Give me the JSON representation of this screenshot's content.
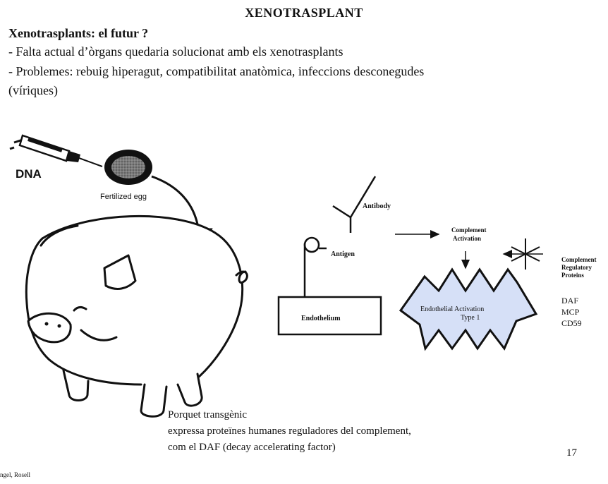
{
  "slide": {
    "title": "XENOTRASPLANT",
    "subtitle": "Xenotrasplants: el futur ?",
    "bullets": [
      "- Falta actual d’òrgans quedaria solucionat amb els xenotrasplants",
      "- Problemes: rebuig hiperagut, compatibilitat anatòmica, infeccions desconegudes",
      "(víriques)"
    ],
    "page_number": "17",
    "credit": "ngel, Rosell"
  },
  "diagram": {
    "dna_label": "DNA",
    "egg_label": "Fertilized egg",
    "antibody_label": "Antibody",
    "antigen_label": "Antigen",
    "endothelium_label": "Endothelium",
    "complement_activation_line1": "Complement",
    "complement_activation_line2": "Activation",
    "regulatory_line1": "Complement",
    "regulatory_line2": "Regulatory",
    "regulatory_line3": "Proteins",
    "regulators": [
      "DAF",
      "MCP",
      "CD59"
    ],
    "activation_line1": "Endothelial Activation",
    "activation_line2": "Type 1",
    "activation_fill": "#d6e0f7"
  },
  "caption": {
    "line1": "Porquet transgènic",
    "line2": "expressa  proteïnes humanes reguladores del complement,",
    "line3": "com el DAF (decay accelerating factor)"
  }
}
